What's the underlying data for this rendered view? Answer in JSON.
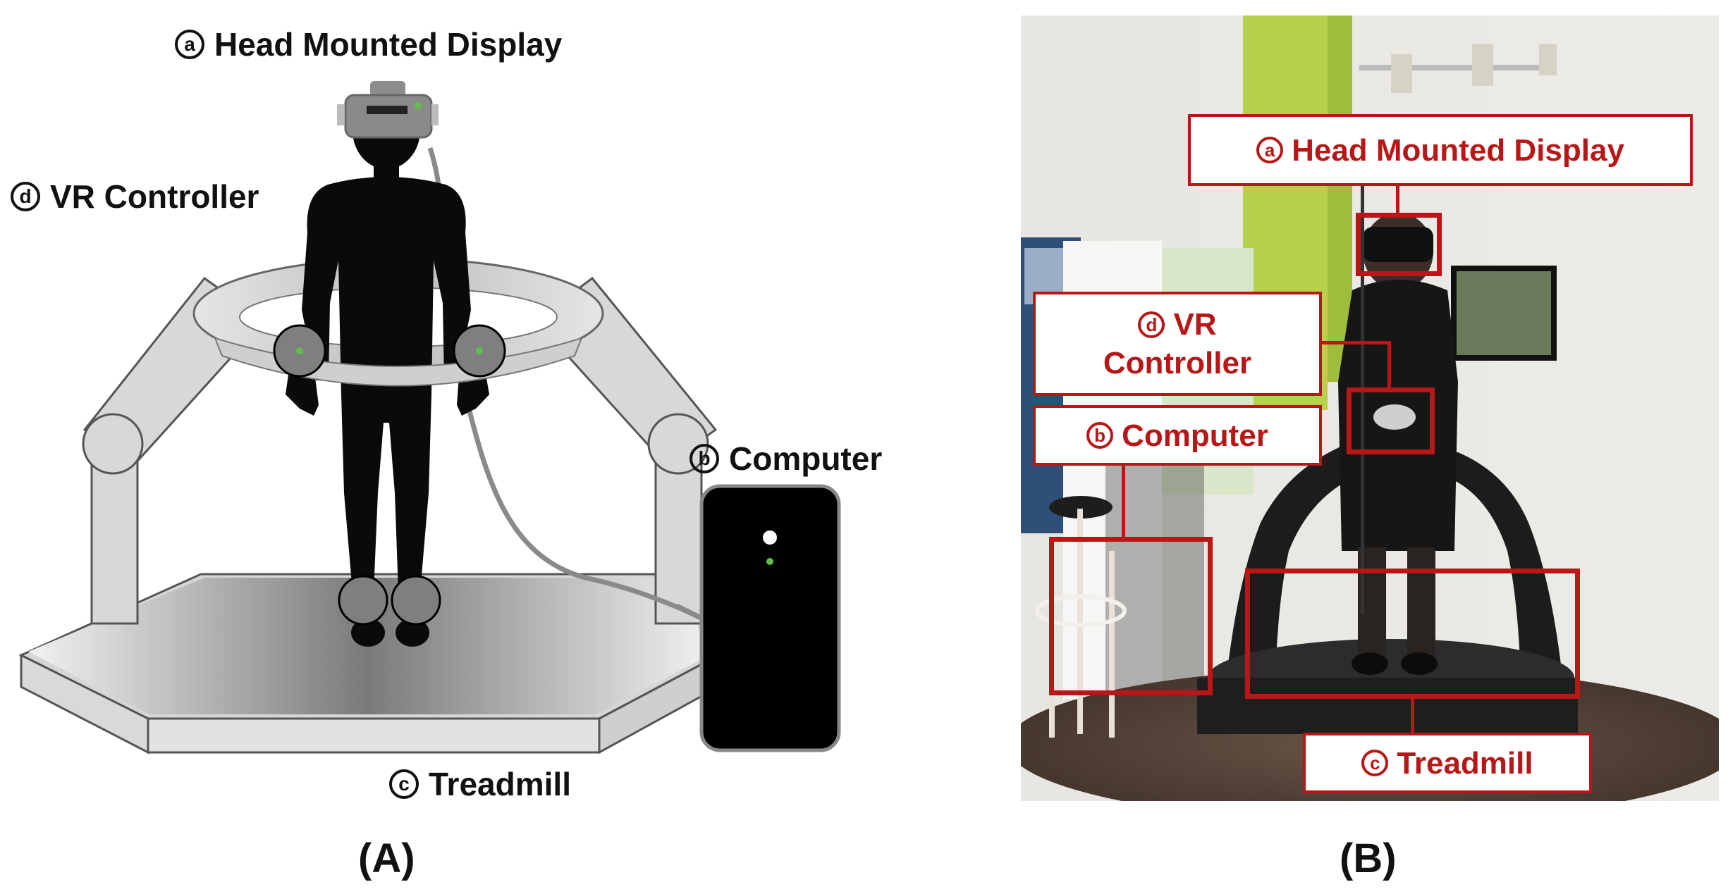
{
  "panel_a": {
    "labels": {
      "hmd": {
        "marker": "a",
        "text": "Head Mounted Display"
      },
      "controller": {
        "marker": "d",
        "text": "VR Controller"
      },
      "computer": {
        "marker": "b",
        "text": "Computer"
      },
      "treadmill": {
        "marker": "c",
        "text": "Treadmill"
      }
    },
    "caption": "(A)"
  },
  "panel_b": {
    "labels": {
      "hmd": {
        "marker": "a",
        "text": "Head Mounted Display"
      },
      "controller_line1": {
        "marker": "d",
        "text": "VR"
      },
      "controller_line2": "Controller",
      "computer": {
        "marker": "b",
        "text": "Computer"
      },
      "treadmill": {
        "marker": "c",
        "text": "Treadmill"
      }
    },
    "caption": "(B)"
  },
  "colors": {
    "annotation_red": "#b81717",
    "silhouette": "#0a0a0a",
    "tracker_green": "#5fbf4a"
  }
}
